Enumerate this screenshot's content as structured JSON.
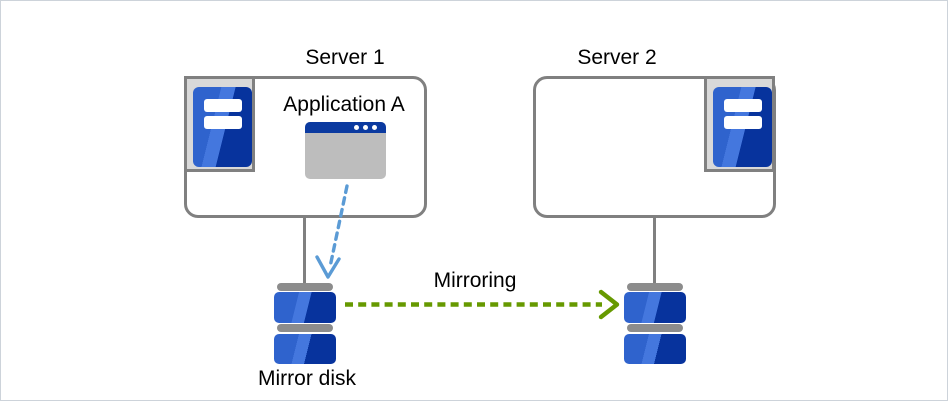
{
  "diagram": {
    "server1": {
      "label": "Server 1",
      "application": {
        "label": "Application A"
      }
    },
    "server2": {
      "label": "Server 2"
    },
    "mirror_disk": {
      "label": "Mirror disk"
    },
    "mirroring_arrow": {
      "label": "Mirroring"
    }
  },
  "icons": {
    "server1_icon": "server-tower-icon",
    "server2_icon": "server-tower-icon",
    "application_icon": "application-window-icon",
    "disk_icon": "mirror-disk-icon",
    "write_arrow": "dashed-arrow-down-icon",
    "mirroring_arrow": "dashed-arrow-right-icon"
  },
  "colors": {
    "box_border_gray": "#808080",
    "icon_tray_fill": "#d9d9d9",
    "tower_blue_light": "#2f63cd",
    "tower_blue_highlight": "#4477de",
    "tower_blue_dark": "#07339d",
    "window_title_bar_navy": "#0b3aa0",
    "window_body_gray": "#bdbdbd",
    "disk_bar_gray": "#8c8c8c",
    "write_arrow_blue": "#5b9bd5",
    "mirroring_arrow_green": "#669900",
    "text_black": "#000000"
  }
}
